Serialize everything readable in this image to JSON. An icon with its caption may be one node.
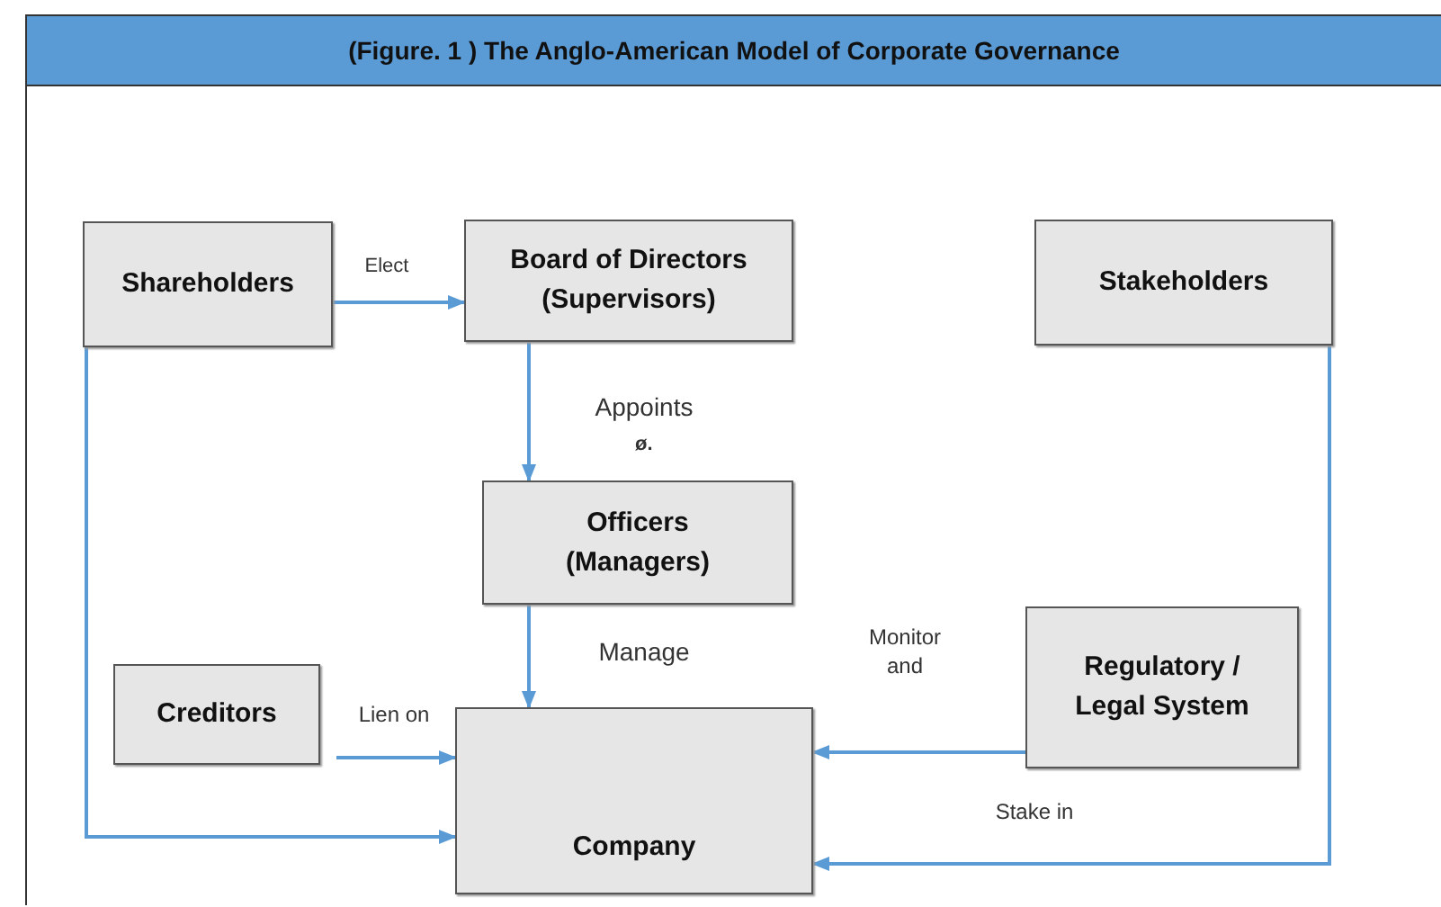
{
  "diagram": {
    "title": "(Figure. 1 ) The Anglo-American Model of Corporate Governance",
    "nodes": [
      {
        "text": [
          "Shareholders"
        ]
      },
      {
        "text": [
          "Board of Directors (Supervisors)"
        ]
      },
      {
        "text": [
          "Stakeholders"
        ]
      },
      {
        "text": [
          "Officers (Managers)"
        ]
      },
      {
        "text": [
          "Creditors"
        ]
      },
      {
        "text": [
          "Regulatory / Legal System"
        ]
      },
      {
        "text": [
          "Company"
        ]
      }
    ],
    "edges": [
      {
        "from": 0,
        "to": 1,
        "arrow": "to",
        "label": "Elect"
      },
      {
        "from": 1,
        "to": 3,
        "arrow": "to",
        "label": "Appoints"
      },
      {
        "from": 3,
        "to": 6,
        "arrow": "to",
        "label": "Manage"
      },
      {
        "from": 4,
        "to": 6,
        "arrow": "to",
        "label": "Lien on"
      },
      {
        "from": 5,
        "to": 6,
        "arrow": "to",
        "label": "Monitor and"
      },
      {
        "from": 2,
        "to": 6,
        "arrow": "to",
        "label": "Stake in"
      },
      {
        "from": 0,
        "to": 6,
        "arrow": "to"
      }
    ],
    "labels": [
      "ø."
    ]
  }
}
